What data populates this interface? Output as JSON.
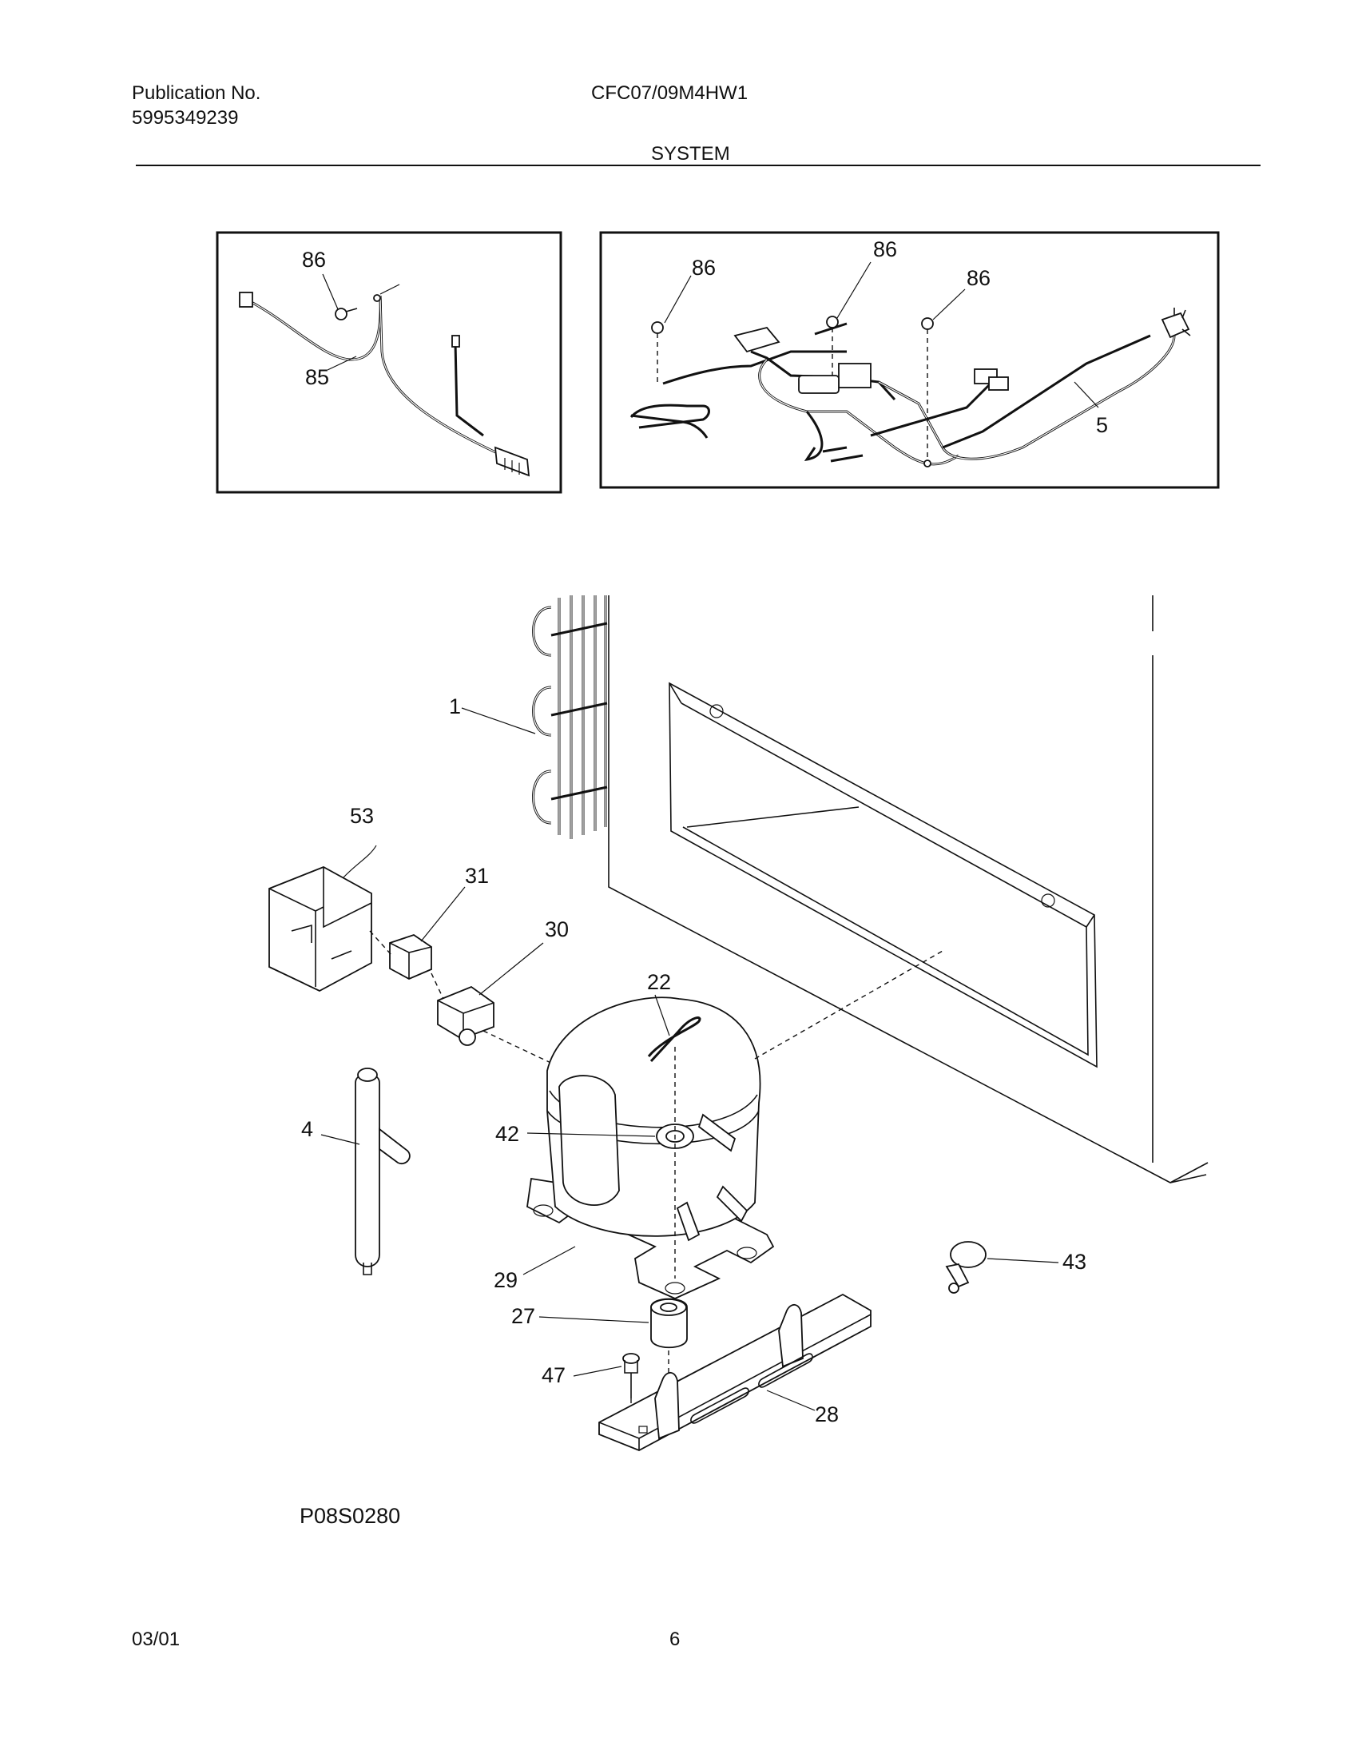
{
  "header": {
    "pub_label": "Publication No.",
    "pub_number": "5995349239",
    "model": "CFC07/09M4HW1",
    "section": "SYSTEM"
  },
  "callouts": {
    "c86a": "86",
    "c85": "85",
    "c86b": "86",
    "c86c": "86",
    "c86d": "86",
    "c5": "5",
    "c1": "1",
    "c53": "53",
    "c31": "31",
    "c30": "30",
    "c22": "22",
    "c4": "4",
    "c42": "42",
    "c29": "29",
    "c43": "43",
    "c27": "27",
    "c47": "47",
    "c28": "28"
  },
  "diagram_code": "P08S0280",
  "footer": {
    "date": "03/01",
    "page": "6"
  }
}
